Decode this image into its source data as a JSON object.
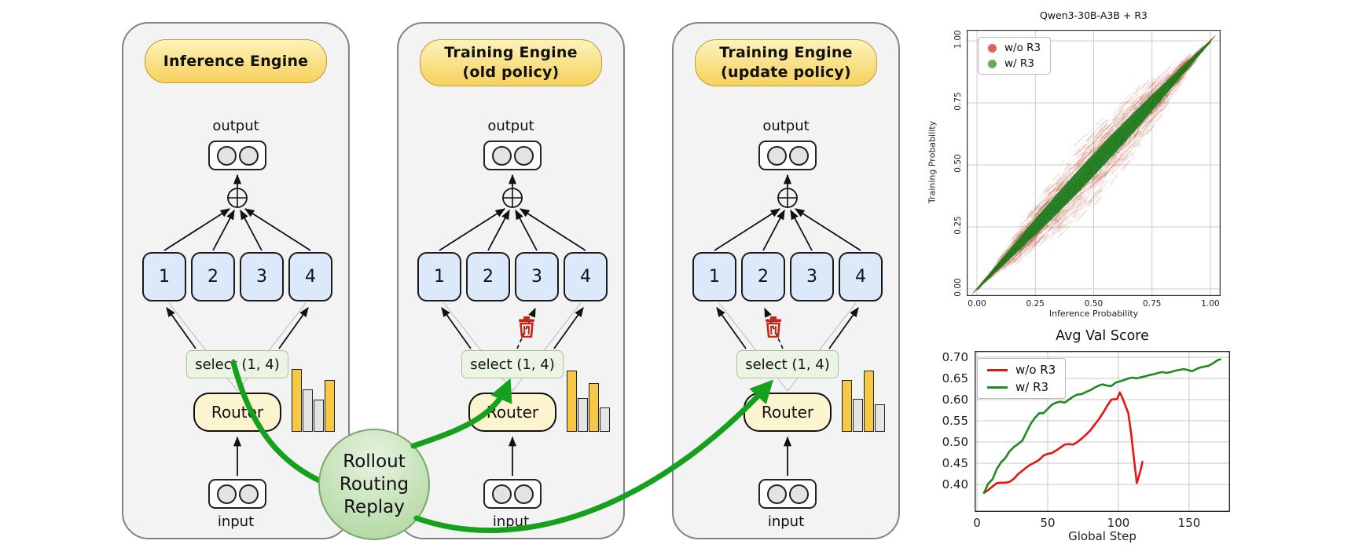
{
  "panels": [
    {
      "title_line1": "Inference Engine",
      "title_line2": "",
      "output_label": "output",
      "input_label": "input",
      "experts": [
        "1",
        "2",
        "3",
        "4"
      ],
      "select_label": "select (1, 4)",
      "router_label": "Router",
      "dropped_expert": null,
      "bars": {
        "heights": [
          80,
          54,
          41,
          66
        ],
        "colors": [
          "#f6c844",
          "#e4e4e4",
          "#e4e4e4",
          "#f6c844"
        ]
      }
    },
    {
      "title_line1": "Training Engine",
      "title_line2": "(old policy)",
      "output_label": "output",
      "input_label": "input",
      "experts": [
        "1",
        "2",
        "3",
        "4"
      ],
      "select_label": "select (1, 4)",
      "router_label": "Router",
      "dropped_expert": "3",
      "bars": {
        "heights": [
          78,
          43,
          62,
          31
        ],
        "colors": [
          "#f6c844",
          "#e4e4e4",
          "#f6c844",
          "#e4e4e4"
        ]
      }
    },
    {
      "title_line1": "Training Engine",
      "title_line2": "(update policy)",
      "output_label": "output",
      "input_label": "input",
      "experts": [
        "1",
        "2",
        "3",
        "4"
      ],
      "select_label": "select (1, 4)",
      "router_label": "Router",
      "dropped_expert": "2",
      "bars": {
        "heights": [
          66,
          42,
          78,
          35
        ],
        "colors": [
          "#f6c844",
          "#e4e4e4",
          "#f6c844",
          "#e4e4e4"
        ]
      }
    }
  ],
  "rollout": {
    "line1": "Rollout",
    "line2": "Routing",
    "line3": "Replay",
    "accent_color": "#16a11c"
  },
  "chart_data": [
    {
      "type": "scatter",
      "title": "Qwen3-30B-A3B + R3",
      "xlabel": "Inference Probability",
      "ylabel": "Training Probability",
      "xlim": [
        0,
        1
      ],
      "ylim": [
        0,
        1
      ],
      "xticks": [
        "0.00",
        "0.25",
        "0.50",
        "0.75",
        "1.00"
      ],
      "yticks": [
        "0.00",
        "0.25",
        "0.50",
        "0.75",
        "1.00"
      ],
      "ytick_rotation": 90,
      "grid": true,
      "legend_position": "upper left",
      "series": [
        {
          "name": "w/o R3",
          "color": "#e0645a",
          "point_color": "#b03a20",
          "description": "dense point cloud along y=x diagonal with wide lens-shaped spread (max half-width ~0.18 at mid probabilities)"
        },
        {
          "name": "w/ R3",
          "color": "#67a85f",
          "point_color": "#1d7c1d",
          "description": "dense point cloud tightly hugging y=x diagonal (lens half-width ~0.05)"
        }
      ]
    },
    {
      "type": "line",
      "title": "Avg Val Score",
      "xlabel": "Global Step",
      "ylabel": "",
      "xlim": [
        -5,
        180
      ],
      "ylim": [
        0.335,
        0.715
      ],
      "xticks": [
        0,
        50,
        100,
        150
      ],
      "yticks": [
        0.4,
        0.45,
        0.5,
        0.55,
        0.6,
        0.65,
        0.7
      ],
      "grid": true,
      "legend_position": "upper left",
      "series": [
        {
          "name": "w/o R3",
          "color": "#e81313",
          "x": [
            5,
            8,
            11,
            14,
            17,
            20,
            23,
            26,
            29,
            32,
            35,
            38,
            41,
            44,
            47,
            50,
            53,
            56,
            59,
            62,
            65,
            68,
            71,
            74,
            77,
            80,
            83,
            86,
            89,
            92,
            95,
            97,
            99,
            101,
            103,
            105,
            107,
            109,
            111,
            113,
            115,
            117
          ],
          "y": [
            0.38,
            0.387,
            0.395,
            0.403,
            0.404,
            0.404,
            0.406,
            0.413,
            0.424,
            0.432,
            0.44,
            0.447,
            0.452,
            0.458,
            0.468,
            0.472,
            0.474,
            0.48,
            0.487,
            0.494,
            0.495,
            0.494,
            0.5,
            0.508,
            0.517,
            0.527,
            0.54,
            0.553,
            0.568,
            0.585,
            0.6,
            0.601,
            0.601,
            0.617,
            0.603,
            0.585,
            0.568,
            0.52,
            0.46,
            0.403,
            0.425,
            0.453
          ]
        },
        {
          "name": "w/ R3",
          "color": "#1e8b1e",
          "x": [
            5,
            8,
            11,
            14,
            17,
            20,
            23,
            26,
            29,
            32,
            35,
            38,
            41,
            44,
            47,
            50,
            53,
            56,
            59,
            62,
            65,
            68,
            71,
            74,
            77,
            80,
            83,
            86,
            89,
            92,
            95,
            98,
            101,
            104,
            107,
            110,
            113,
            116,
            119,
            122,
            125,
            128,
            131,
            134,
            137,
            140,
            143,
            146,
            149,
            152,
            155,
            158,
            161,
            164,
            167,
            170,
            172
          ],
          "y": [
            0.38,
            0.402,
            0.412,
            0.436,
            0.452,
            0.462,
            0.478,
            0.488,
            0.495,
            0.503,
            0.523,
            0.543,
            0.557,
            0.568,
            0.568,
            0.578,
            0.588,
            0.593,
            0.595,
            0.593,
            0.6,
            0.607,
            0.612,
            0.613,
            0.618,
            0.622,
            0.628,
            0.633,
            0.636,
            0.633,
            0.632,
            0.64,
            0.643,
            0.646,
            0.65,
            0.652,
            0.65,
            0.653,
            0.655,
            0.658,
            0.66,
            0.663,
            0.665,
            0.663,
            0.665,
            0.668,
            0.67,
            0.672,
            0.67,
            0.667,
            0.672,
            0.676,
            0.678,
            0.68,
            0.686,
            0.693,
            0.695
          ]
        }
      ]
    }
  ]
}
